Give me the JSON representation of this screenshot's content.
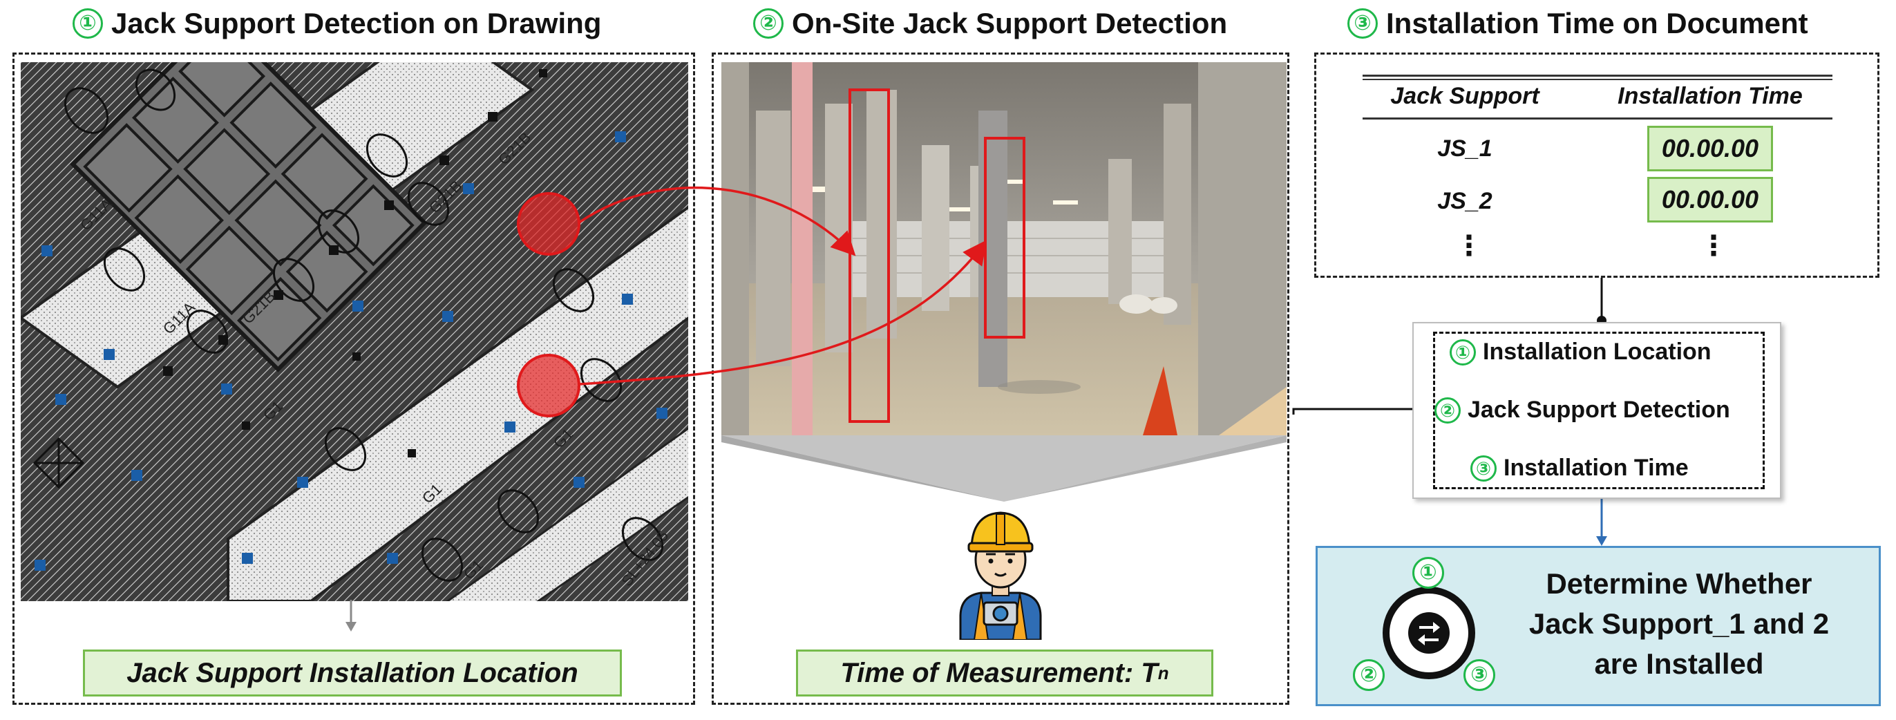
{
  "panel1": {
    "num": "①",
    "title": "Jack Support Detection on Drawing",
    "label": "Jack Support Installation Location",
    "drawing_marks": [
      "G21B",
      "G21B",
      "G11A",
      "G11A",
      "G21B",
      "G1",
      "G1",
      "G1",
      "G1",
      "SL+24.05"
    ]
  },
  "panel2": {
    "num": "②",
    "title": "On-Site Jack Support Detection",
    "label_prefix": "Time of Measurement: ",
    "label_var": "T",
    "label_sub": "n"
  },
  "panel3": {
    "num": "③",
    "title": "Installation Time on Document",
    "table": {
      "headers": [
        "Jack Support",
        "Installation Time"
      ],
      "rows": [
        {
          "name": "JS_1",
          "time": "00.00.00"
        },
        {
          "name": "JS_2",
          "time": "00.00.00"
        }
      ],
      "ellipsis": "⋮"
    }
  },
  "criteria": [
    {
      "num": "①",
      "label": "Installation Location"
    },
    {
      "num": "②",
      "label": "Jack Support Detection"
    },
    {
      "num": "③",
      "label": "Installation Time"
    }
  ],
  "outcome": {
    "nums": [
      "①",
      "②",
      "③"
    ],
    "lines": [
      "Determine Whether",
      "Jack Support_1 and 2",
      "are Installed"
    ]
  },
  "colors": {
    "accent_green": "#1fb84a",
    "label_fill": "#e2f2d5",
    "label_border": "#76bb4c",
    "highlight_red": "#e0191b",
    "outcome_fill": "#d5ecf0",
    "outcome_border": "#4a90c9"
  }
}
